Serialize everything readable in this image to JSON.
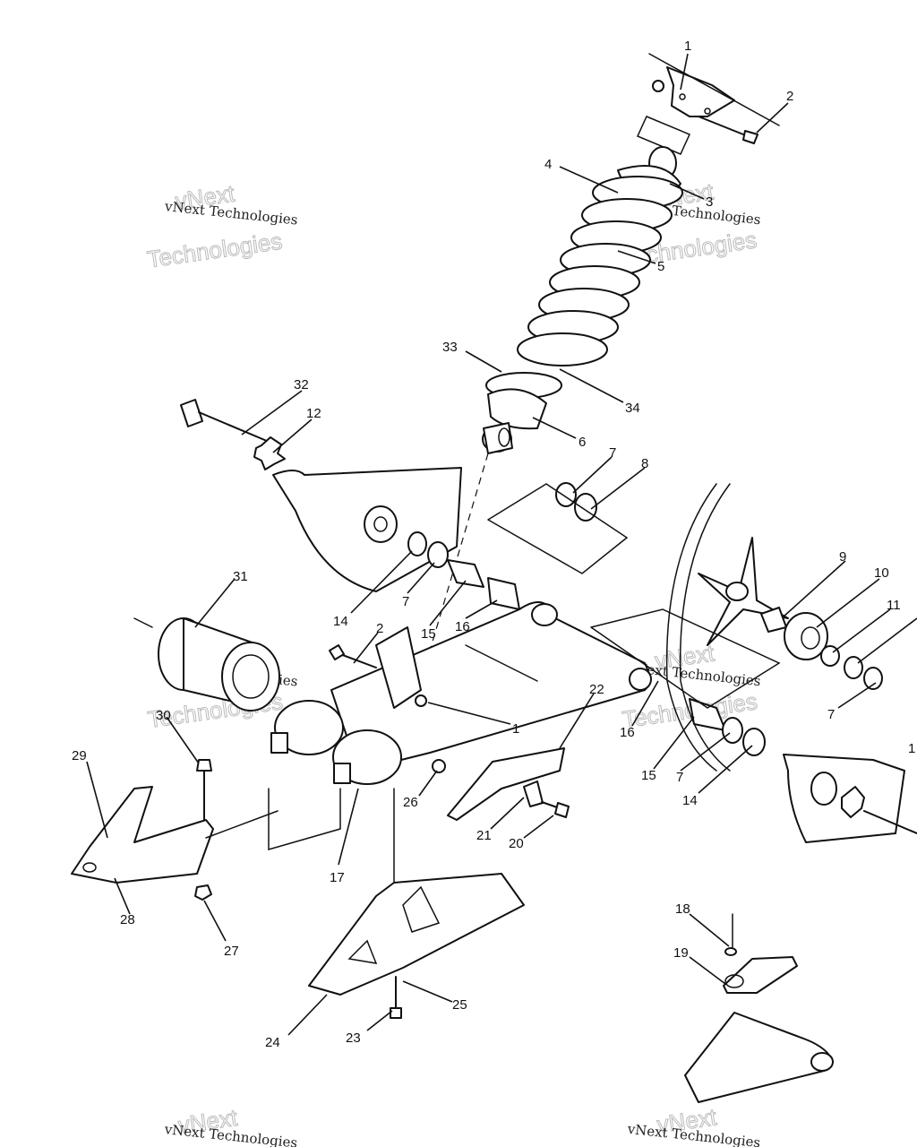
{
  "watermark": {
    "line1": "vNext",
    "line2": "Technologies",
    "caption": "vNext Technologies"
  },
  "callouts": {
    "c1_top": "1",
    "c2_top": "2",
    "c3": "3",
    "c4": "4",
    "c5": "5",
    "c6": "6",
    "c7_a": "7",
    "c8": "8",
    "c9": "9",
    "c10": "10",
    "c11": "11",
    "c12_left": "12",
    "c12_right": "1",
    "c7_b": "7",
    "c7_c": "7",
    "c7_d": "7",
    "c14_a": "14",
    "c14_b": "14",
    "c15_a": "15",
    "c15_b": "15",
    "c16_a": "16",
    "c16_b": "16",
    "c17": "17",
    "c18": "18",
    "c19": "19",
    "c20": "20",
    "c21": "21",
    "c22": "22",
    "c23": "23",
    "c24": "24",
    "c25": "25",
    "c26": "26",
    "c27": "27",
    "c28": "28",
    "c29": "29",
    "c30": "30",
    "c31": "31",
    "c32": "32",
    "c33": "33",
    "c34": "34",
    "c1_mid": "1",
    "c2_mid": "2"
  }
}
